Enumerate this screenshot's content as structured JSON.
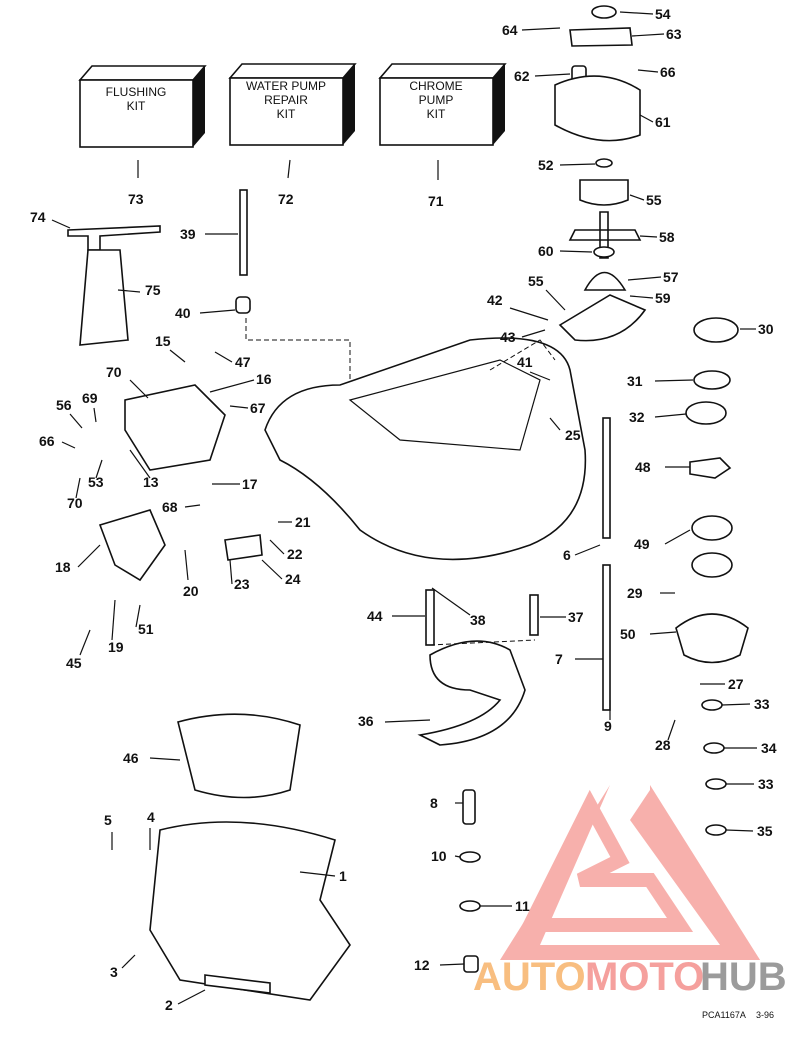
{
  "kits": [
    {
      "lines": [
        "FLUSHING",
        "KIT"
      ],
      "number": "73"
    },
    {
      "lines": [
        "WATER PUMP",
        "REPAIR",
        "KIT"
      ],
      "number": "72"
    },
    {
      "lines": [
        "CHROME",
        "PUMP",
        "KIT"
      ],
      "number": "71"
    }
  ],
  "callouts": [
    "74",
    "75",
    "39",
    "40",
    "64",
    "54",
    "63",
    "62",
    "66",
    "61",
    "52",
    "55",
    "58",
    "60",
    "57",
    "55",
    "59",
    "30",
    "42",
    "43",
    "41",
    "15",
    "47",
    "70",
    "16",
    "31",
    "67",
    "56",
    "69",
    "32",
    "25",
    "66",
    "53",
    "13",
    "17",
    "70",
    "48",
    "68",
    "21",
    "49",
    "6",
    "22",
    "18",
    "24",
    "23",
    "20",
    "29",
    "44",
    "38",
    "37",
    "51",
    "19",
    "45",
    "50",
    "7",
    "27",
    "36",
    "9",
    "28",
    "33",
    "34",
    "46",
    "33",
    "8",
    "5",
    "4",
    "35",
    "10",
    "1",
    "11",
    "3",
    "12",
    "2"
  ],
  "footer": {
    "code": "PCA1167A",
    "date": "3-96"
  },
  "watermark": {
    "part1": "AUTO",
    "part2": "MOTO",
    "part3": "HUB",
    "colors": [
      "#f7b36a",
      "#f4908c",
      "#8a8a8a"
    ]
  }
}
